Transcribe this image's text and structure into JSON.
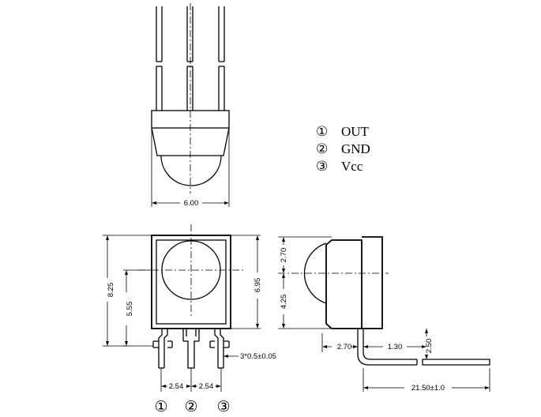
{
  "legend": [
    {
      "num": "①",
      "label": "OUT"
    },
    {
      "num": "②",
      "label": "GND"
    },
    {
      "num": "③",
      "label": "Vcc"
    }
  ],
  "dimensions": {
    "width_top": "6.00",
    "height_total": "8.25",
    "height_lens_center": "5.55",
    "height_body": "6.95",
    "lens_upper": "2.70",
    "lens_lower": "4.25",
    "lead_bend": "2.70",
    "lead_offset": "1.30",
    "lead_height": "2.50",
    "lead_length": "21.50±1.0",
    "lead_size": "3*0.5±0.05",
    "pitch_left": "2.54",
    "pitch_right": "2.54"
  },
  "pin_labels": [
    "①",
    "②",
    "③"
  ]
}
